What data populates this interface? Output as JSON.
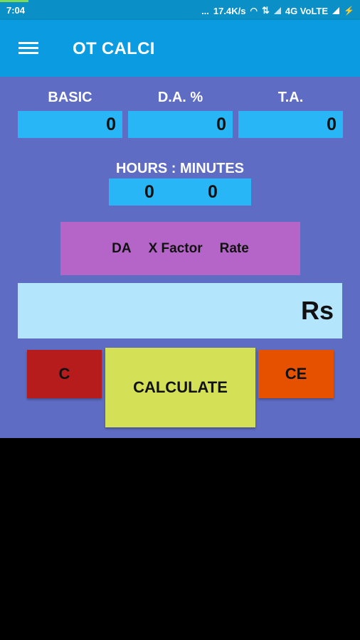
{
  "status_bar": {
    "time": "7:04",
    "dots": "...",
    "speed": "17.4K/s",
    "network": "4G VoLTE"
  },
  "app_bar": {
    "title": "OT CALCI"
  },
  "form": {
    "basic_label": "BASIC",
    "basic_value": "0",
    "da_label": "D.A. %",
    "da_value": "0",
    "ta_label": "T.A.",
    "ta_value": "0",
    "time_label": "HOURS : MINUTES",
    "hours_value": "0",
    "minutes_value": "0"
  },
  "factor": {
    "da": "DA",
    "x_factor": "X Factor",
    "rate": "Rate"
  },
  "result": {
    "text": "Rs"
  },
  "buttons": {
    "clear": "C",
    "calculate": "CALCULATE",
    "clear_entry": "CE"
  },
  "colors": {
    "status_bar": "#0a8fc7",
    "app_bar": "#0a9be0",
    "content_bg": "#5e6cc4",
    "field_bg": "#29b6f6",
    "factor_bg": "#b565c8",
    "result_bg": "#b3e5fc",
    "clear_btn": "#b71c1c",
    "calculate_btn": "#d4e157",
    "clear_entry_btn": "#e65100"
  }
}
